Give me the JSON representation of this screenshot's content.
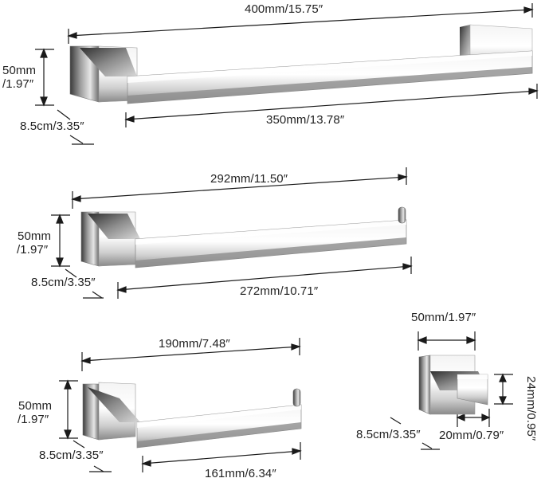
{
  "towel_bar_large": {
    "overall_length": "400mm/15.75″",
    "bar_length": "350mm/13.78″",
    "height_line1": "50mm",
    "height_line2": "/1.97″",
    "depth": "8.5cm/3.35″"
  },
  "towel_bar_medium": {
    "overall_length": "292mm/11.50″",
    "bar_length": "272mm/10.71″",
    "height_line1": "50mm",
    "height_line2": "/1.97″",
    "depth": "8.5cm/3.35″"
  },
  "paper_holder": {
    "overall_length": "190mm/7.48″",
    "bar_length": "161mm/6.34″",
    "height_line1": "50mm",
    "height_line2": "/1.97″",
    "depth": "8.5cm/3.35″"
  },
  "robe_hook": {
    "width": "50mm/1.97″",
    "height": "24mm/0.95″",
    "hook_length": "20mm/0.79″",
    "depth": "8.5cm/3.35″"
  }
}
